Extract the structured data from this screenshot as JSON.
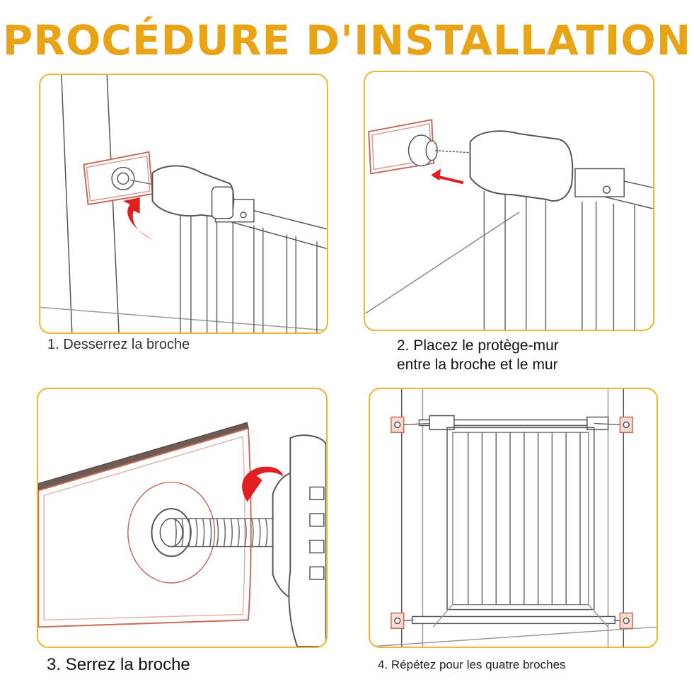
{
  "title": "PROCÉDURE D'INSTALLATION",
  "steps": [
    {
      "caption": "1. Desserrez la broche"
    },
    {
      "caption_line1": "2. Placez le protège-mur",
      "caption_line2": "entre la broche et le mur"
    },
    {
      "caption": "3. Serrez la broche"
    },
    {
      "caption": "4. Répétez pour les quatre broches"
    }
  ],
  "colors": {
    "title": "#E8A317",
    "panel_border": "#F2B531",
    "arrow": "#E02020",
    "wall_protector": "#C86B5A",
    "line": "#555555"
  }
}
